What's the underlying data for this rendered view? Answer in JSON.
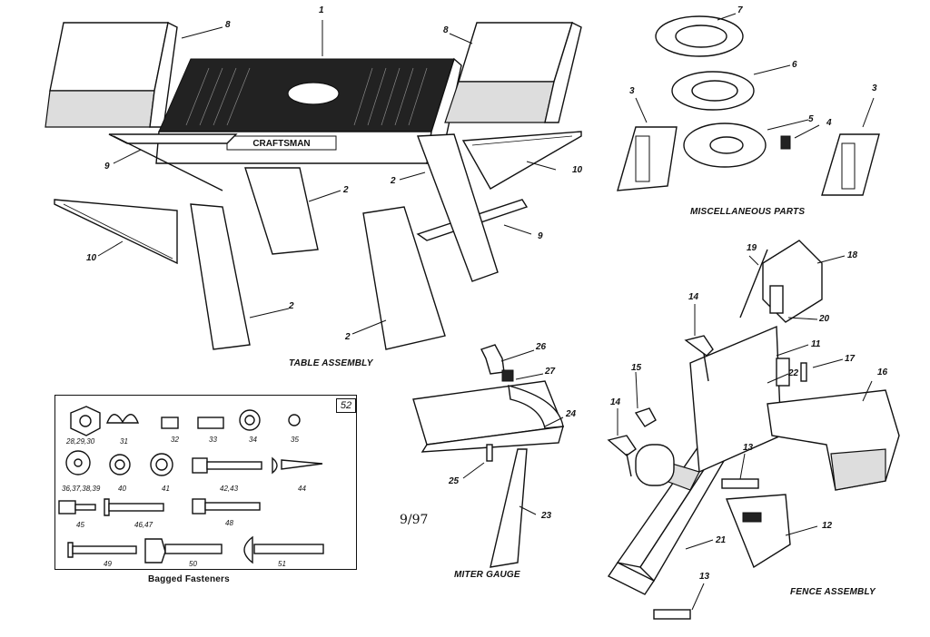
{
  "captions": {
    "table_assembly": "TABLE ASSEMBLY",
    "misc_parts": "MISCELLANEOUS PARTS",
    "miter_gauge": "MITER GAUGE",
    "fence_assembly": "FENCE ASSEMBLY",
    "bagged_fasteners": "Bagged Fasteners",
    "date_code": "9/97",
    "box_badge": "52",
    "brand": "CRAFTSMAN"
  },
  "callouts": {
    "c1": "1",
    "c2a": "2",
    "c2b": "2",
    "c2c": "2",
    "c2d": "2",
    "c3a": "3",
    "c3b": "3",
    "c4": "4",
    "c5": "5",
    "c6": "6",
    "c7": "7",
    "c8a": "8",
    "c8b": "8",
    "c9a": "9",
    "c9b": "9",
    "c10a": "10",
    "c10b": "10",
    "c11": "11",
    "c12": "12",
    "c13a": "13",
    "c13b": "13",
    "c14a": "14",
    "c14b": "14",
    "c15": "15",
    "c16": "16",
    "c17": "17",
    "c18": "18",
    "c19": "19",
    "c20": "20",
    "c21": "21",
    "c22": "22",
    "c23": "23",
    "c24": "24",
    "c25": "25",
    "c26": "26",
    "c27": "27"
  },
  "fasteners": {
    "f1": "28,29,30",
    "f2": "31",
    "f3": "32",
    "f4": "33",
    "f5": "34",
    "f6": "35",
    "f7": "36,37,38,39",
    "f8": "40",
    "f9": "41",
    "f10": "42,43",
    "f11": "44",
    "f12": "45",
    "f13": "46,47",
    "f14": "48",
    "f15": "49",
    "f16": "50",
    "f17": "51"
  }
}
